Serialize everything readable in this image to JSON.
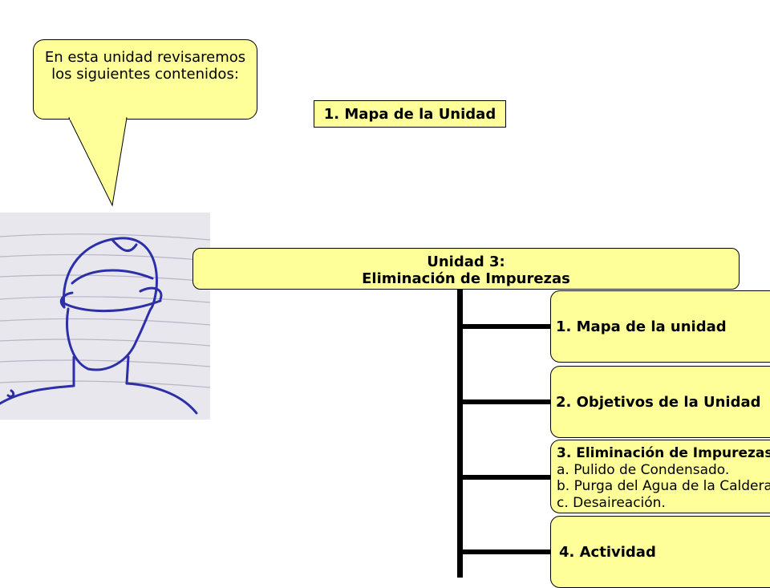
{
  "bubble": {
    "text": "En esta unidad revisaremos los siguientes contenidos:"
  },
  "title_box": {
    "label": "1. Mapa de la Unidad"
  },
  "unit": {
    "line1": "Unidad 3:",
    "line2": "Eliminación de Impurezas"
  },
  "menu": {
    "item1": "1. Mapa de la unidad",
    "item2": "2. Objetivos de la Unidad",
    "item3": {
      "title": "3. Eliminación de Impurezas",
      "subs": [
        "a. Pulido de Condensado.",
        "b. Purga del Agua de la Caldera.",
        "c. Desaireación."
      ]
    },
    "item4": "4. Actividad"
  },
  "colors": {
    "box_fill": "#ffff99",
    "border": "#000000",
    "sketch_ink": "#2c2fa8"
  }
}
